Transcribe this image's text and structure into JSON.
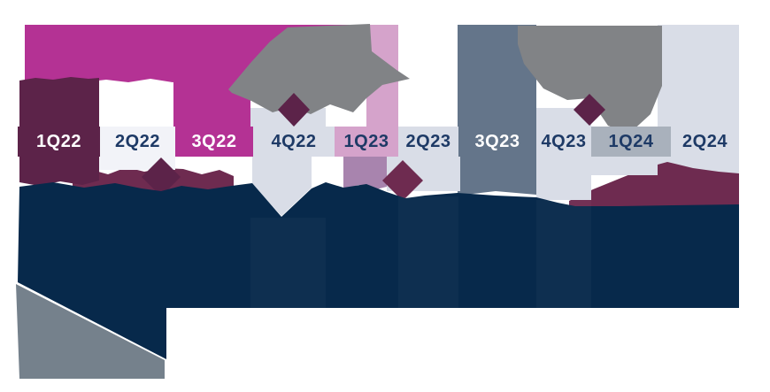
{
  "chart_data": {
    "type": "area",
    "title": "",
    "xlabel": "",
    "ylabel": "",
    "categories": [
      "1Q22",
      "2Q22",
      "3Q22",
      "4Q22",
      "1Q23",
      "2Q23",
      "3Q23",
      "4Q23",
      "1Q24",
      "2Q24"
    ],
    "series": [],
    "legend": false,
    "axis_values_visible": false
  },
  "quarters": [
    {
      "label": "1Q22",
      "bg": "#5c2349",
      "fg": "#ffffff"
    },
    {
      "label": "2Q22",
      "bg": "#f2f3f8",
      "fg": "#1e3a66"
    },
    {
      "label": "3Q22",
      "bg": "#b43294",
      "fg": "#ffffff"
    },
    {
      "label": "4Q22",
      "bg": "#d9dde7",
      "fg": "#1e3a66"
    },
    {
      "label": "1Q23",
      "bg": "#d5a3cb",
      "fg": "#1e3a66"
    },
    {
      "label": "2Q23",
      "bg": "#d9dde7",
      "fg": "#1e3a66"
    },
    {
      "label": "3Q23",
      "bg": "#64758a",
      "fg": "#ffffff"
    },
    {
      "label": "4Q23",
      "bg": "#d9dde7",
      "fg": "#1e3a66"
    },
    {
      "label": "1Q24",
      "bg": "#a9b1bc",
      "fg": "#1e3a66"
    },
    {
      "label": "2Q24",
      "bg": "#d9dde7",
      "fg": "#1e3a66"
    }
  ],
  "colors": {
    "magenta": "#b43294",
    "plum": "#5c2349",
    "maroon": "#6e2b50",
    "pink": "#d5a3cb",
    "mauve": "#a884ae",
    "light": "#d9dde7",
    "lighter": "#f2f3f8",
    "slate": "#64758a",
    "gray_blob": "#818386",
    "gray_medium": "#a9b1bc",
    "wedge": "#75818c",
    "navy": "#07294b",
    "stripe": "rgba(255,255,255,0.03)"
  }
}
